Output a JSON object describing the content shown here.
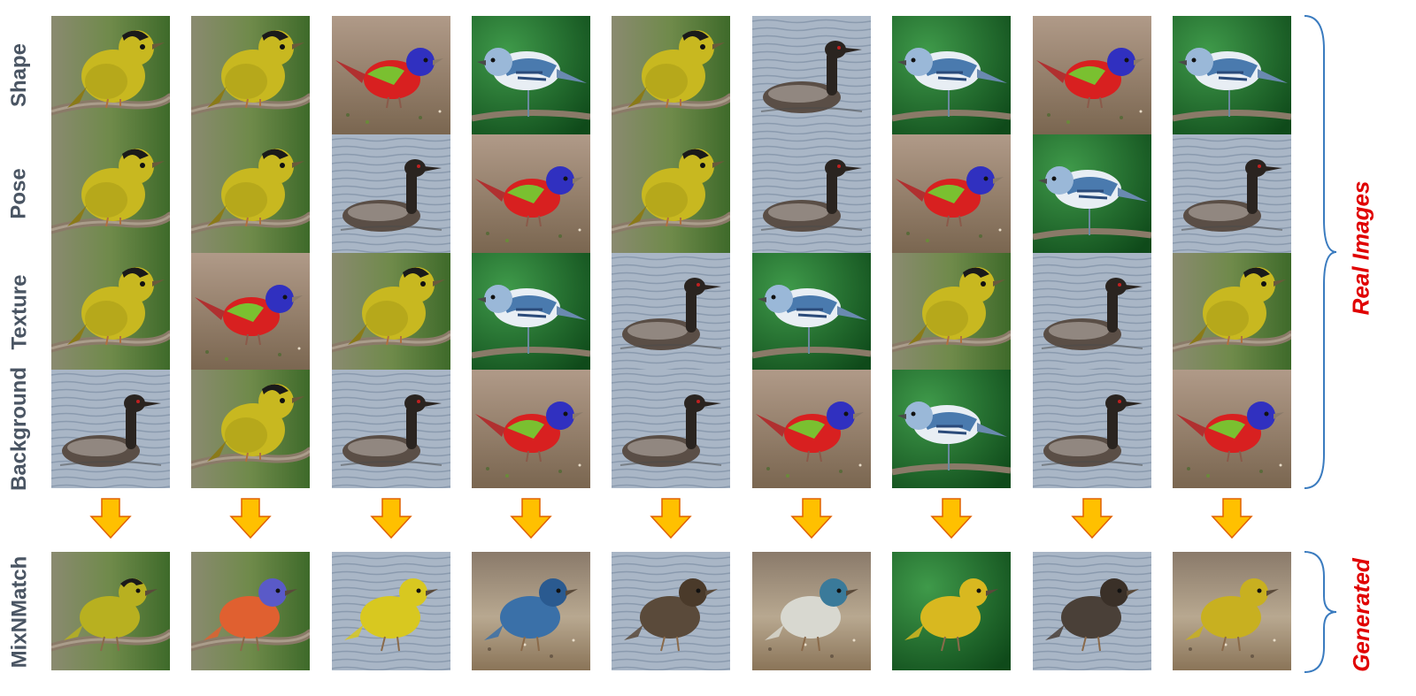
{
  "row_labels": {
    "shape": "Shape",
    "pose": "Pose",
    "texture": "Texture",
    "background": "Background",
    "generated": "MixNMatch"
  },
  "side_labels": {
    "real": "Real Images",
    "generated": "Generated"
  },
  "colors": {
    "label_gray": "#4a5563",
    "accent_red": "#e00000",
    "brace_blue": "#3a7bbf",
    "arrow_fill": "#ffc000",
    "arrow_stroke": "#e06000"
  },
  "bird_types": [
    "warbler",
    "bunting",
    "grebe",
    "cerulean"
  ],
  "grid": {
    "shape": [
      "warbler",
      "warbler",
      "bunting",
      "cerulean",
      "warbler",
      "grebe",
      "cerulean",
      "bunting",
      "cerulean"
    ],
    "pose": [
      "warbler",
      "warbler",
      "grebe",
      "bunting",
      "warbler",
      "grebe",
      "bunting",
      "cerulean",
      "grebe"
    ],
    "texture": [
      "warbler",
      "bunting",
      "warbler",
      "cerulean",
      "grebe",
      "cerulean",
      "warbler",
      "grebe",
      "warbler"
    ],
    "background": [
      "grebe",
      "warbler",
      "grebe",
      "bunting",
      "grebe",
      "bunting",
      "cerulean",
      "grebe",
      "bunting"
    ]
  },
  "generated": [
    {
      "bg": "branch",
      "body": "#b8b020",
      "head": "#b8b020",
      "cap": "#1a1a1a"
    },
    {
      "bg": "branch",
      "body": "#e06030",
      "head": "#5a5ac8",
      "cap": null
    },
    {
      "bg": "water",
      "body": "#d8c820",
      "head": "#d8c820",
      "cap": null
    },
    {
      "bg": "sand",
      "body": "#3a70a8",
      "head": "#2a5a90",
      "cap": null
    },
    {
      "bg": "water",
      "body": "#5a4a3a",
      "head": "#4a3a2a",
      "cap": null
    },
    {
      "bg": "sand",
      "body": "#d8d8d0",
      "head": "#3a7a9a",
      "cap": null
    },
    {
      "bg": "leaf",
      "body": "#d8b820",
      "head": "#d8b820",
      "cap": null
    },
    {
      "bg": "water",
      "body": "#4a4038",
      "head": "#3a3028",
      "cap": null
    },
    {
      "bg": "sand",
      "body": "#c8b020",
      "head": "#c8b020",
      "cap": null
    }
  ]
}
